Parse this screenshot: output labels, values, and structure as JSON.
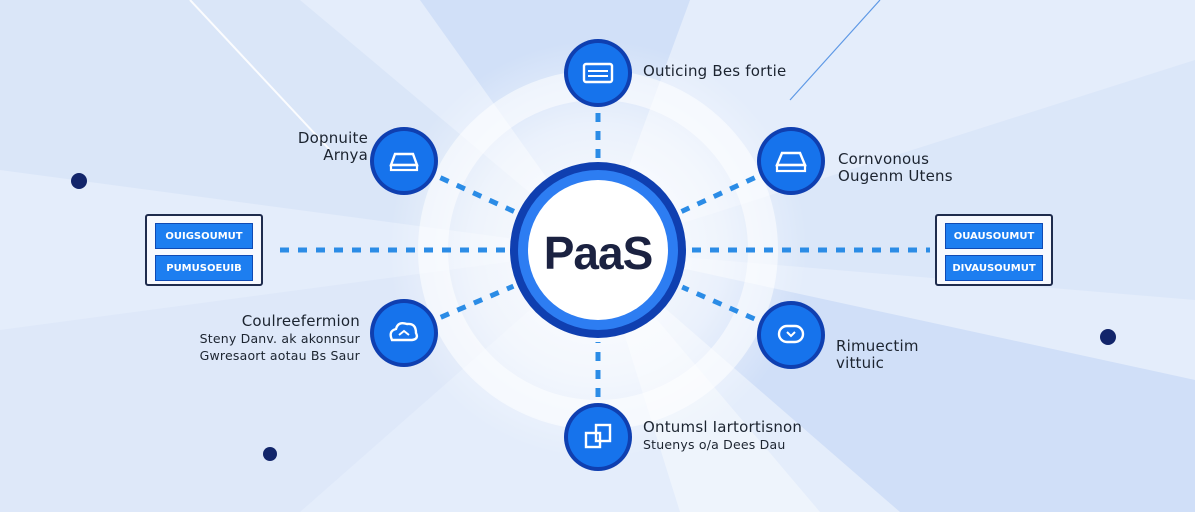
{
  "diagram": {
    "center_label": "PaaS",
    "nodes": [
      {
        "id": "top",
        "icon": "server-icon",
        "label_lines": [
          "Outicing Bes fortie"
        ]
      },
      {
        "id": "upper-left",
        "icon": "storage-icon",
        "label_lines": [
          "Dopnuite",
          "Arnya"
        ]
      },
      {
        "id": "upper-right",
        "icon": "database-icon",
        "label_lines": [
          "Cornvonous",
          "Ougenm Utens"
        ]
      },
      {
        "id": "lower-left",
        "icon": "cloud-icon",
        "label_lines": [
          "Coulreefermion",
          "Steny Danv. ak akonnsur",
          "Gwresaort aotau Bs Saur"
        ]
      },
      {
        "id": "lower-right",
        "icon": "chat-icon",
        "label_lines": [
          "Rimuectim",
          "vittuic"
        ]
      },
      {
        "id": "bottom",
        "icon": "cube-icon",
        "label_lines": [
          "Ontumsl Iartortisnon",
          "Stuenys o/a Dees Dau"
        ]
      }
    ],
    "panels": [
      {
        "id": "left",
        "buttons": [
          "OUIGSOUMUT",
          "PUMUSOEUIB"
        ]
      },
      {
        "id": "right",
        "buttons": [
          "OUAUSOUMUT",
          "DIVAUSOUMUT"
        ]
      }
    ],
    "colors": {
      "background": "#e4edfb",
      "node_fill": "#1673ec",
      "node_ring": "#0f3fb0",
      "connector": "#2b8ce6",
      "dot": "#12256a",
      "center_text": "#1b2241"
    }
  }
}
